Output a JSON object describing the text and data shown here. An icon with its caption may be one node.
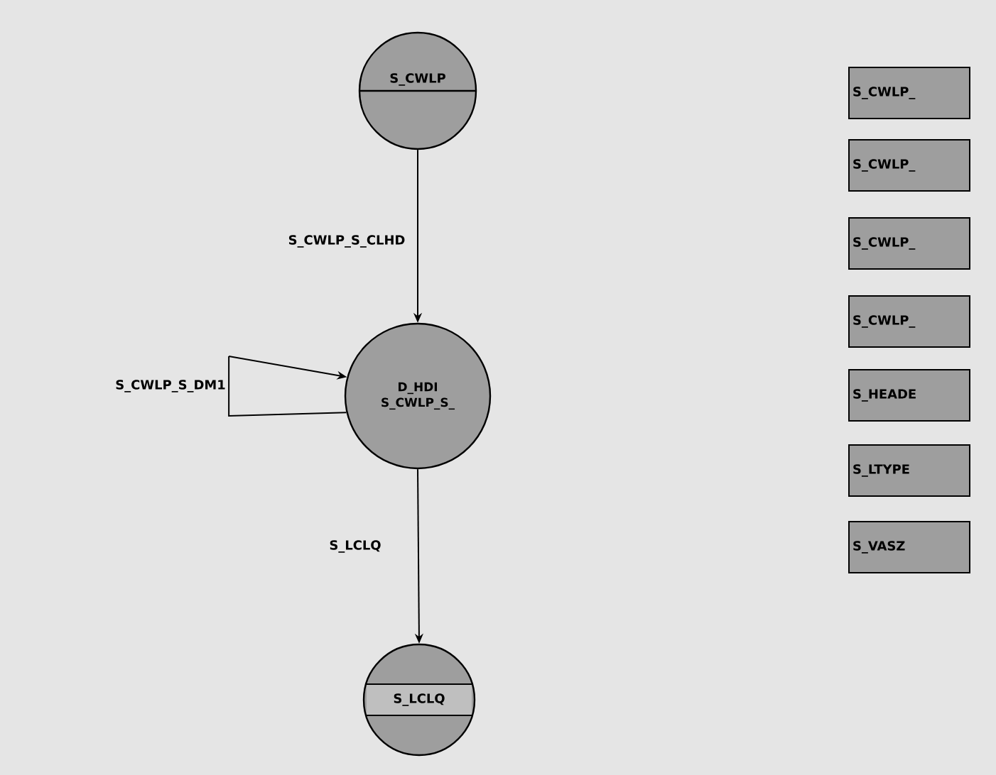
{
  "diagram": {
    "nodes": [
      {
        "text": [
          "S_CWLP"
        ]
      },
      {
        "text": [
          "D_HDI",
          "S_CWLP_S_"
        ]
      },
      {
        "text": [
          "S_LCLQ"
        ]
      },
      {
        "text": [
          "S_CWLP_S_DM1"
        ]
      },
      {
        "text": [
          "S_CWLP_"
        ]
      },
      {
        "text": [
          "S_CWLP_"
        ]
      },
      {
        "text": [
          "S_CWLP_"
        ]
      },
      {
        "text": [
          "S_CWLP_"
        ]
      },
      {
        "text": [
          "S_HEADE"
        ]
      },
      {
        "text": [
          "S_LTYPE"
        ]
      },
      {
        "text": [
          "S_VASZ"
        ]
      }
    ],
    "edges": [
      {
        "from": 0,
        "to": 1,
        "arrow": "to",
        "label": "S_CWLP_S_CLHD"
      },
      {
        "from": 1,
        "to": 2,
        "arrow": "to",
        "label": "S_LCLQ"
      },
      {
        "from": 3,
        "to": 1,
        "arrow": "to"
      }
    ]
  }
}
